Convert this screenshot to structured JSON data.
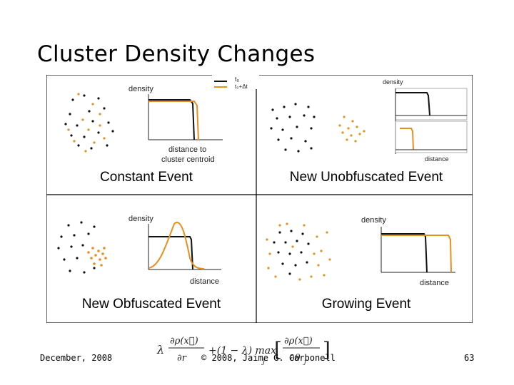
{
  "slide": {
    "title": "Cluster Density Changes",
    "legend": {
      "t0": "t₀",
      "t0dt": "t₀+Δt"
    },
    "panels": [
      {
        "caption": "Constant Event",
        "ylabel": "density",
        "xlabel_line1": "distance to",
        "xlabel_line2": "cluster centroid"
      },
      {
        "caption": "New Unobfuscated Event",
        "ylabel": "density",
        "xlabel": "distance"
      },
      {
        "caption": "New Obfuscated Event",
        "ylabel": "density",
        "xlabel": "distance"
      },
      {
        "caption": "Growing Event",
        "ylabel": "density",
        "xlabel": "distance"
      }
    ],
    "footer": {
      "date": "December, 2008",
      "copyright": "© 2008, Jaime G. Carbonell",
      "page": "63"
    }
  },
  "colors": {
    "t0": "#111111",
    "t0dt": "#e8901f",
    "frame": "#000000"
  },
  "icons": [
    "formula-image"
  ]
}
